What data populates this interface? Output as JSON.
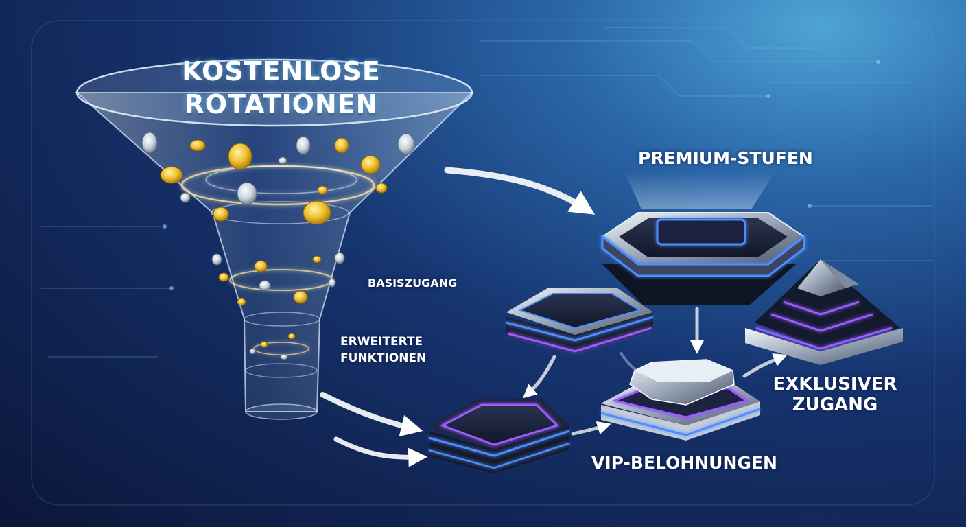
{
  "title": {
    "line1": "KOSTENLOSE",
    "line2": "ROTATIONEN"
  },
  "labels": {
    "premium": "PREMIUM-STUFEN",
    "basis": "BASISZUGANG",
    "erweitert_line1": "ERWEITERTE",
    "erweitert_line2": "FUNKTIONEN",
    "vip": "VIP-BELOHNUNGEN",
    "exklusiv_line1": "EXKLUSIVER",
    "exklusiv_line2": "ZUGANG"
  },
  "colors": {
    "background_top": "#4ea3d6",
    "background_bottom": "#0b1638",
    "gold_coin": "#f2c230",
    "silver_coin": "#c9d2dc",
    "blue_glow": "#4d8dff",
    "purple_glow": "#9a5cff",
    "arrow": "#ffffff"
  },
  "icons": [
    "funnel-icon",
    "gold-coin-icon",
    "silver-coin-icon",
    "octagon-platform-icon",
    "square-platform-icon",
    "hexagon-platform-icon",
    "pyramid-icon",
    "arrow-icon"
  ]
}
